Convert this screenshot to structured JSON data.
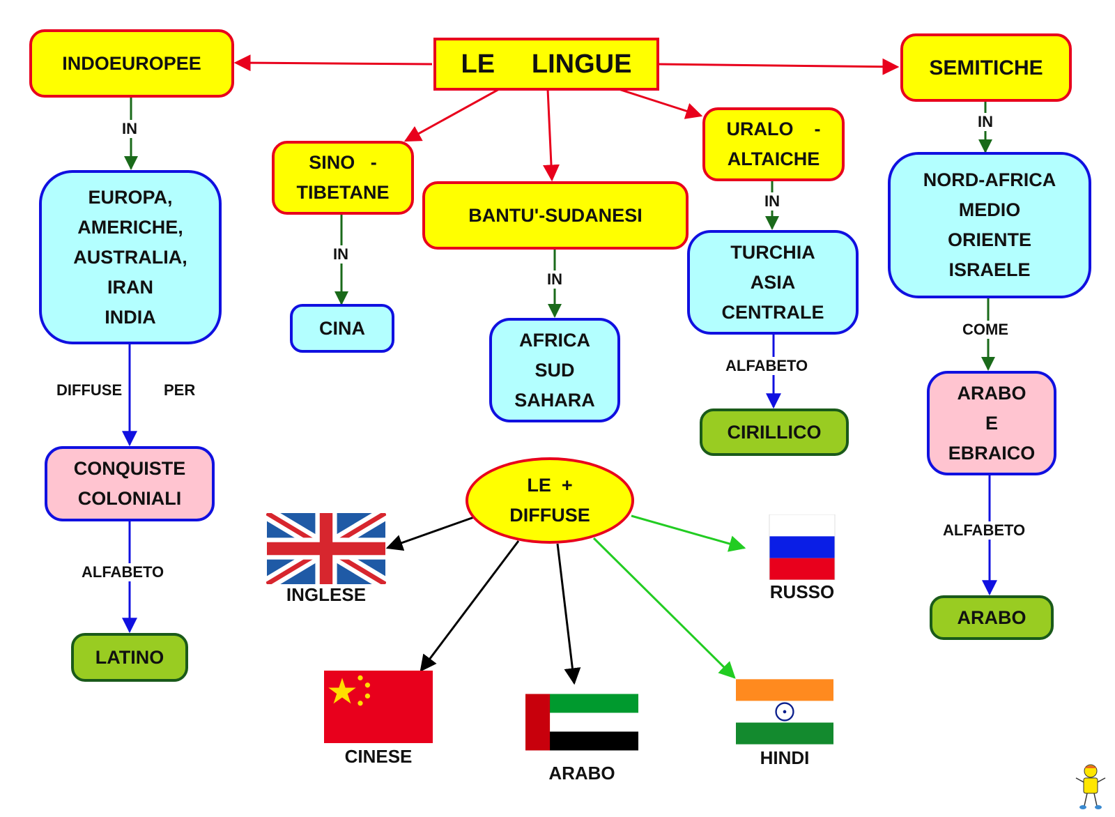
{
  "nodes": {
    "root": [
      "LE     LINGUE"
    ],
    "indoeuropee": [
      "INDOEUROPEE"
    ],
    "semitiche": [
      "SEMITICHE"
    ],
    "sino": [
      "SINO   -",
      "TIBETANE"
    ],
    "bantu": [
      "BANTU'-SUDANESI"
    ],
    "uralo": [
      "URALO    -",
      "ALTAICHE"
    ],
    "europa": [
      "EUROPA,",
      "AMERICHE,",
      "AUSTRALIA,",
      "IRAN",
      "INDIA"
    ],
    "cina": [
      "CINA"
    ],
    "africa": [
      "AFRICA",
      "SUD",
      "SAHARA"
    ],
    "turchia": [
      "TURCHIA",
      "ASIA",
      "CENTRALE"
    ],
    "nordafrica": [
      "NORD-AFRICA",
      "MEDIO",
      "ORIENTE",
      "ISRAELE"
    ],
    "conquiste": [
      "CONQUISTE",
      "COLONIALI"
    ],
    "latino": [
      "LATINO"
    ],
    "cirillico": [
      "CIRILLICO"
    ],
    "arabo_ebraico": [
      "ARABO",
      "E",
      "EBRAICO"
    ],
    "arabo_alfa": [
      "ARABO"
    ],
    "diffuse": [
      "LE  +",
      "DIFFUSE"
    ]
  },
  "labels": {
    "in1": "IN",
    "in2": "IN",
    "in3": "IN",
    "in4": "IN",
    "in5": "IN",
    "diffuse": "DIFFUSE",
    "per": "PER",
    "alfabeto1": "ALFABETO",
    "alfabeto2": "ALFABETO",
    "alfabeto3": "ALFABETO",
    "come": "COME"
  },
  "flags": {
    "inglese": "INGLESE",
    "russo": "RUSSO",
    "cinese": "CINESE",
    "arabo": "ARABO",
    "hindi": "HINDI"
  },
  "colors": {
    "red_arrow": "#e8001c",
    "green_arrow": "#1a6a1a",
    "blue_arrow": "#1010e0",
    "black_arrow": "#000000",
    "lime_arrow": "#22cc22"
  }
}
